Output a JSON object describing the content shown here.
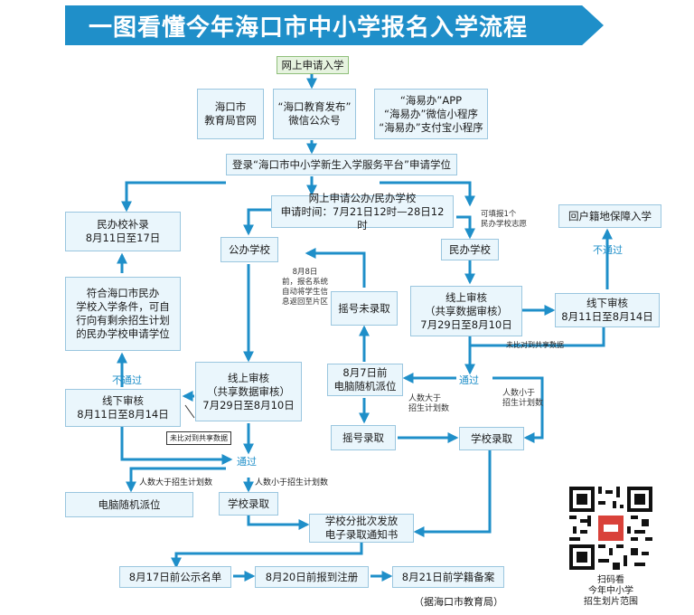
{
  "title": "一图看懂今年海口市中小学报名入学流程",
  "boxes": {
    "online_apply": "网上申请入学",
    "bureau_site": "海口市\n教育局官网",
    "wechat_account": "“海口教育发布”\n微信公众号",
    "app_channels": "“海易办”APP\n“海易办”微信小程序\n“海易办”支付宝小程序",
    "login_platform": "登录“海口市中小学新生入学服务平台”申请学位",
    "apply_public_private": "网上申请公办/民办学校\n申请时间：7月21日12时—28日12时",
    "private_supplement": "民办校补录\n8月11日至17日",
    "public_school": "公办学校",
    "private_school": "民办学校",
    "return_guarantee": "回户籍地保障入学",
    "eligible_private": "符合海口市民办\n学校入学条件，可自\n行向有剩余招生计划\n的民办学校申请学位",
    "lottery_fail": "摇号未录取",
    "online_review_private": "线上审核\n（共享数据审核）\n7月29日至8月10日",
    "offline_review_right": "线下审核\n8月11日至8月14日",
    "lottery_assign": "8月7日前\n电脑随机派位",
    "online_review_public": "线上审核\n（共享数据审核）\n7月29日至8月10日",
    "offline_review_left": "线下审核\n8月11日至8月14日",
    "lottery_admit": "摇号录取",
    "school_admit_right": "学校录取",
    "computer_assign": "电脑随机派位",
    "school_admit_left": "学校录取",
    "batch_notice": "学校分批次发放\n电子录取通知书",
    "publish_list": "8月17日前公示名单",
    "report_register": "8月20日前报到注册",
    "student_record": "8月21日前学籍备案"
  },
  "notes": {
    "choose_one_private": "可填报1个\n民办学校志愿",
    "aug8_note": "8月8日\n前，报名系统\n自动将学生信\n息返回至片区"
  },
  "labels": {
    "fail_left": "不通过",
    "fail_right": "不通过",
    "pass_left": "通过",
    "pass_right": "通过",
    "more_than_plan_left": "人数大于招生计划数",
    "less_than_plan_left": "人数小于招生计划数",
    "more_than_plan_right": "人数大于\n招生计划数",
    "less_than_plan_right": "人数小于\n招生计划数",
    "not_shared_left": "未比对到共享数据",
    "not_shared_right": "未比对到共享数据"
  },
  "qr_caption": "扫码看\n今年中小学\n招生划片范围",
  "source": "（据海口市教育局）",
  "colors": {
    "accent": "#1f8fc9",
    "box_fill": "#eaf6fc",
    "green_fill": "#e6f3df"
  }
}
